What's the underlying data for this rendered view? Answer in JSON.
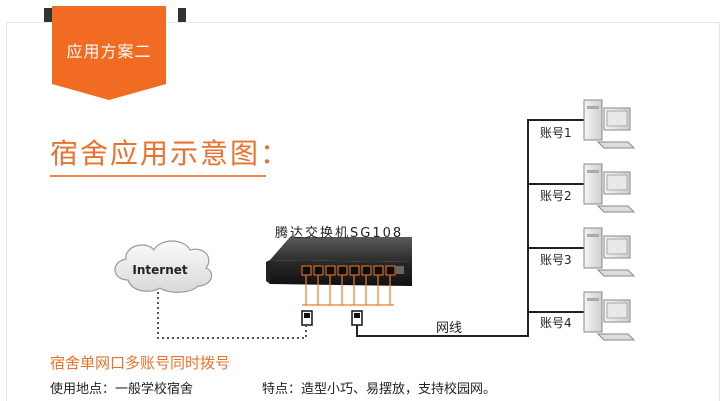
{
  "badge": {
    "label": "应用方案二"
  },
  "title": {
    "text": "宿舍应用示意图："
  },
  "switch": {
    "label": "腾达交换机SG108"
  },
  "internet": {
    "label": "Internet"
  },
  "cable": {
    "label": "网线"
  },
  "accounts": [
    {
      "label": "账号1"
    },
    {
      "label": "账号2"
    },
    {
      "label": "账号3"
    },
    {
      "label": "账号4"
    }
  ],
  "caption": {
    "text": "宿舍单网口多账号同时拨号"
  },
  "info": {
    "location": "使用地点：一般学校宿舍",
    "features": "特点：造型小巧、易摆放，支持校园网。"
  },
  "colors": {
    "accent": "#f26b22",
    "title": "#e8732d",
    "port": "#f07b27"
  }
}
